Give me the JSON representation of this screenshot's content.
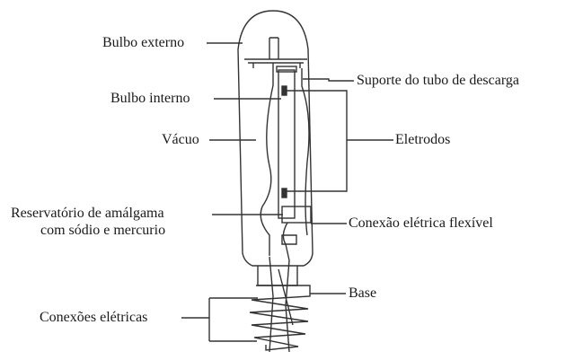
{
  "labels": {
    "outer_bulb": "Bulbo externo",
    "discharge_tube_support": "Suporte do tubo de descarga",
    "inner_bulb": "Bulbo interno",
    "electrodes": "Eletrodos",
    "vacuum": "Vácuo",
    "amalgam_reservoir_line1": "Reservatório de amálgama",
    "amalgam_reservoir_line2": "com sódio e mercurio",
    "flexible_connection": "Conexão elétrica flexível",
    "base": "Base",
    "electrical_connections": "Conexões elétricas"
  }
}
